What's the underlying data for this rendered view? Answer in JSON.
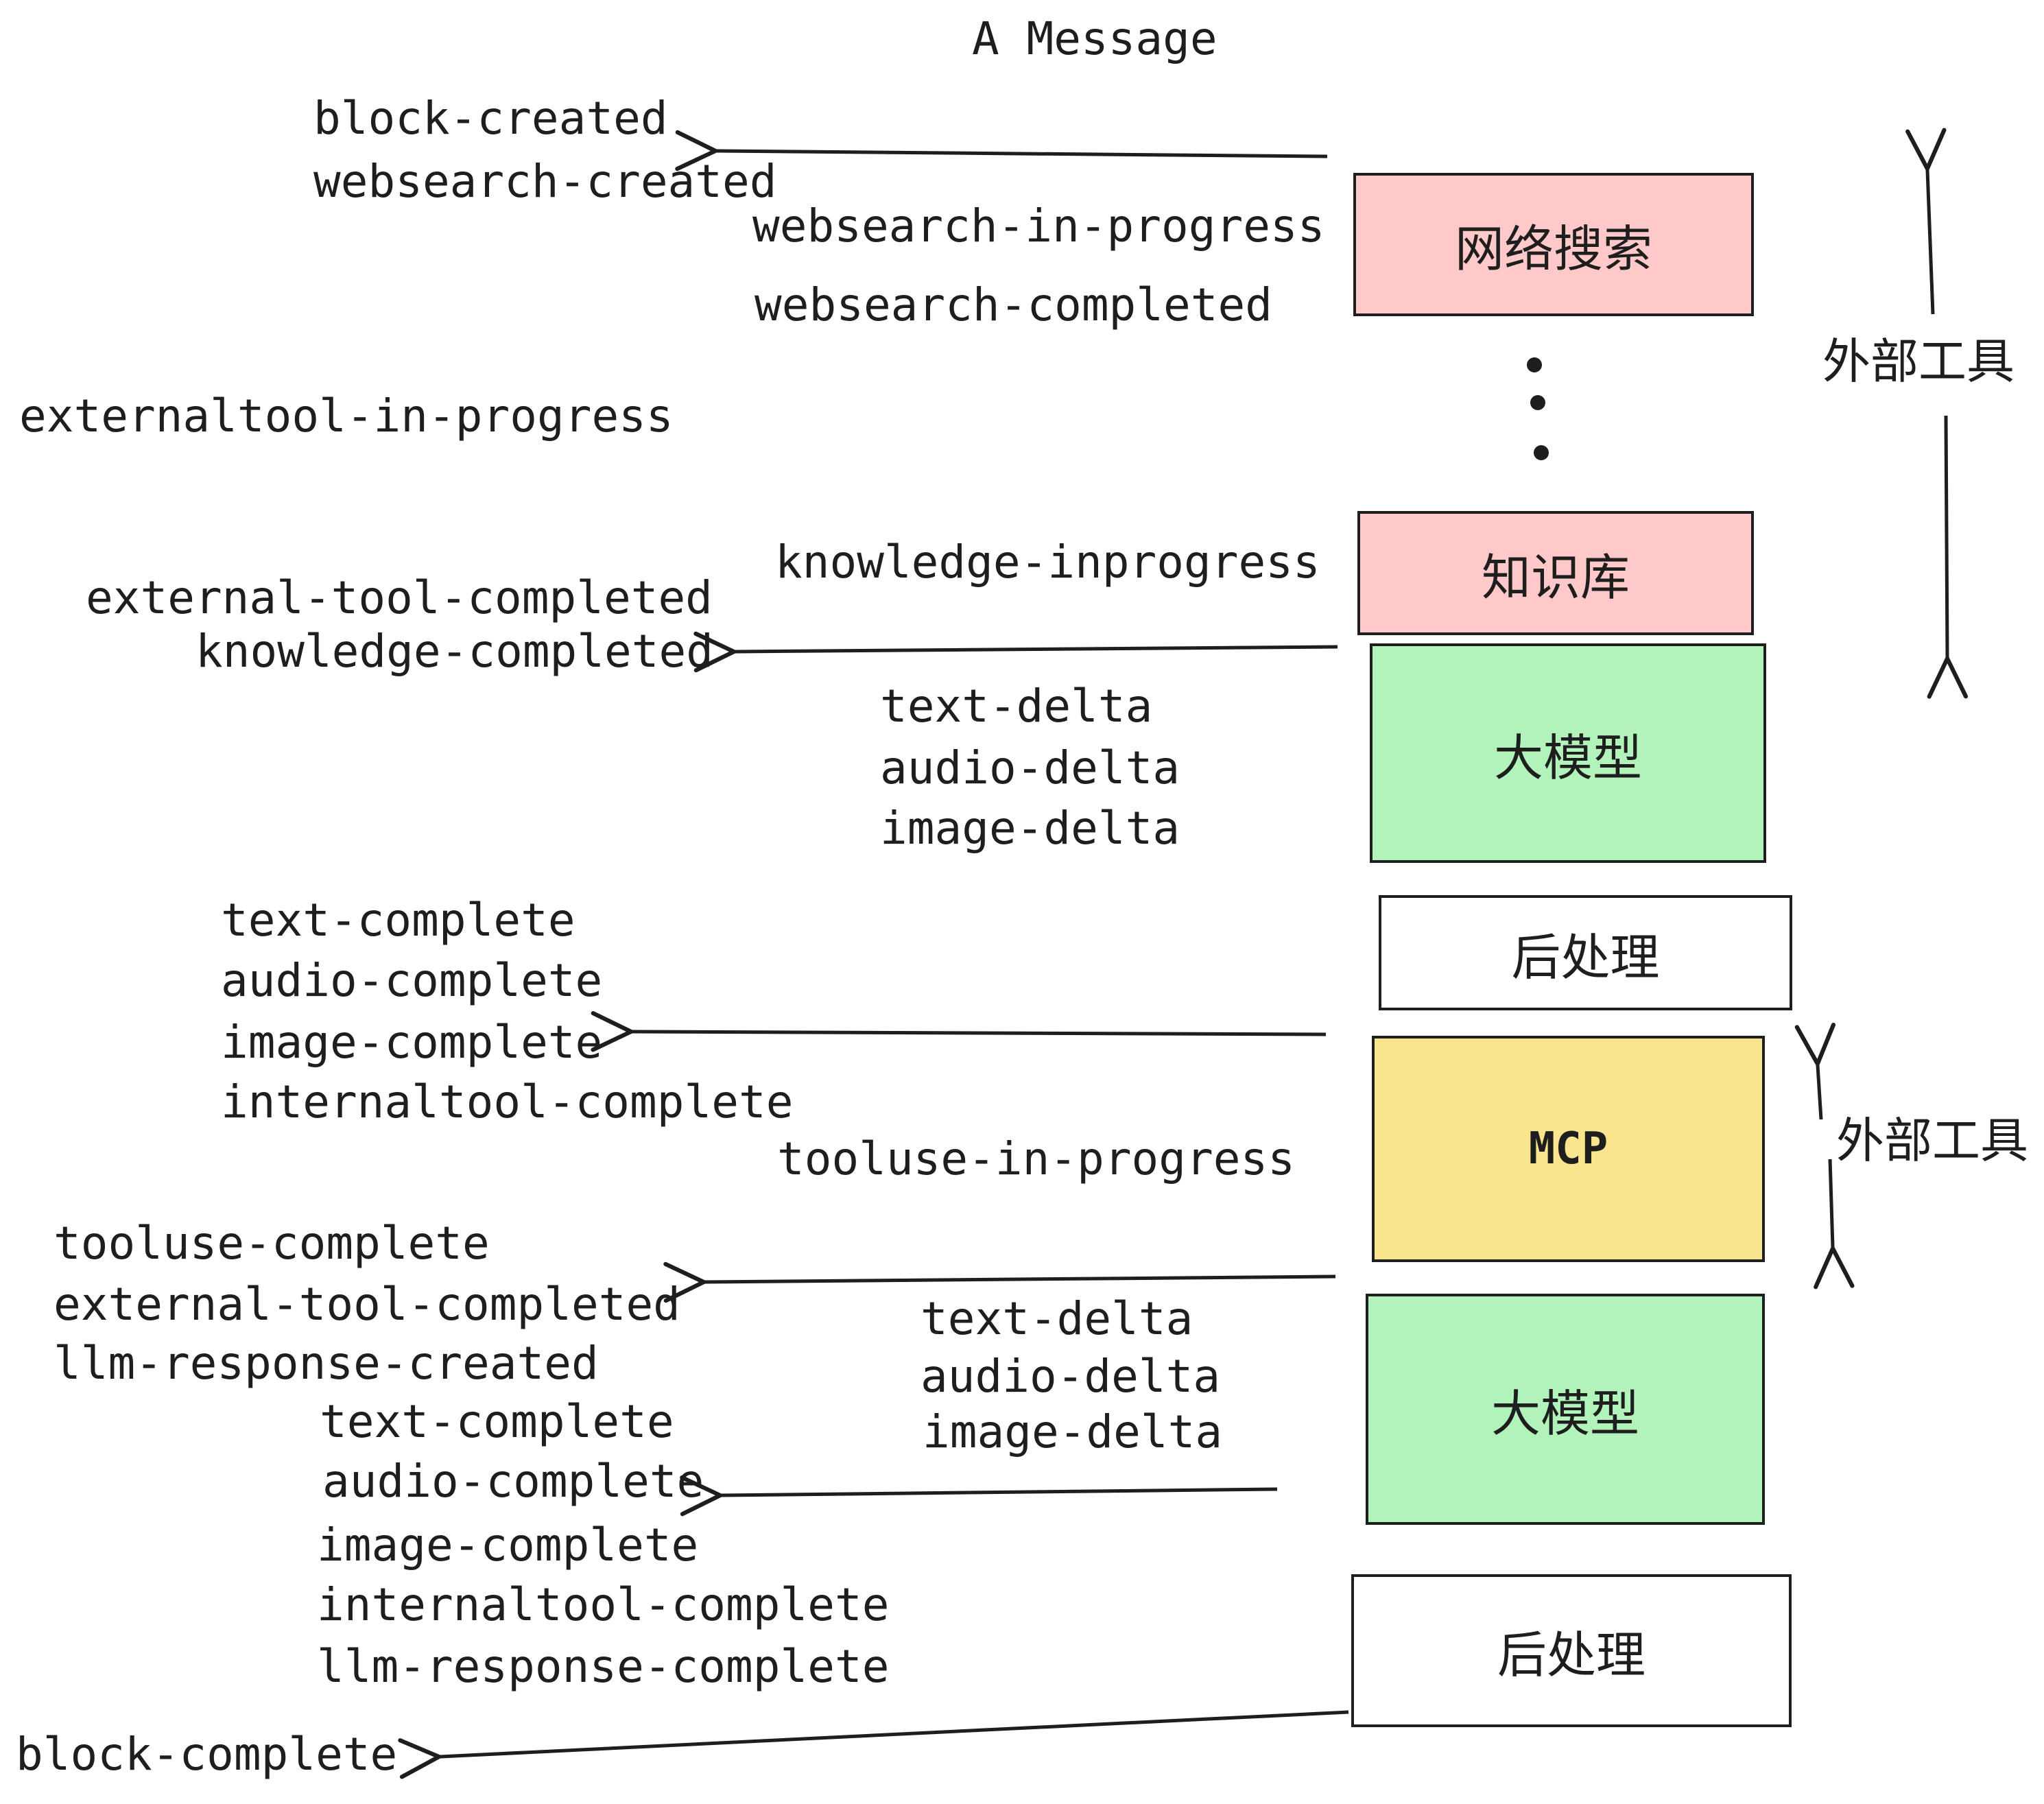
{
  "title": "A Message",
  "colors": {
    "background": "#ffffff",
    "stroke": "#1e1e1e",
    "pink_box": "#ffc9c9",
    "green_box": "#b2f2bb",
    "yellow_box": "#fae58f",
    "white_box": "#ffffff"
  },
  "boxes": [
    {
      "id": "websearch",
      "label": "网络搜索",
      "fill": "#ffc9c9"
    },
    {
      "id": "knowledge",
      "label": "知识库",
      "fill": "#ffc9c9"
    },
    {
      "id": "llm-top",
      "label": "大模型",
      "fill": "#b2f2bb"
    },
    {
      "id": "post-top",
      "label": "后处理",
      "fill": "#ffffff"
    },
    {
      "id": "mcp",
      "label": "MCP",
      "fill": "#fae58f"
    },
    {
      "id": "llm-bottom",
      "label": "大模型",
      "fill": "#b2f2bb"
    },
    {
      "id": "post-bottom",
      "label": "后处理",
      "fill": "#ffffff"
    }
  ],
  "annotations": {
    "external_tools_top": "外部工具",
    "external_tools_mcp": "外部工具"
  },
  "events": [
    {
      "text": "block-created"
    },
    {
      "text": "websearch-created"
    },
    {
      "text": "websearch-in-progress"
    },
    {
      "text": "websearch-completed"
    },
    {
      "text": "externaltool-in-progress"
    },
    {
      "text": "knowledge-inprogress"
    },
    {
      "text": "external-tool-completed"
    },
    {
      "text": "knowledge-completed"
    },
    {
      "text": "text-delta"
    },
    {
      "text": "audio-delta"
    },
    {
      "text": "image-delta"
    },
    {
      "text": "text-complete"
    },
    {
      "text": "audio-complete"
    },
    {
      "text": "image-complete"
    },
    {
      "text": "internaltool-complete"
    },
    {
      "text": "tooluse-in-progress"
    },
    {
      "text": "tooluse-complete"
    },
    {
      "text": "external-tool-completed"
    },
    {
      "text": "llm-response-created"
    },
    {
      "text": "text-complete"
    },
    {
      "text": "audio-complete"
    },
    {
      "text": "text-delta"
    },
    {
      "text": "audio-delta"
    },
    {
      "text": "image-delta"
    },
    {
      "text": "image-complete"
    },
    {
      "text": "internaltool-complete"
    },
    {
      "text": "llm-response-complete"
    },
    {
      "text": "block-complete"
    }
  ]
}
